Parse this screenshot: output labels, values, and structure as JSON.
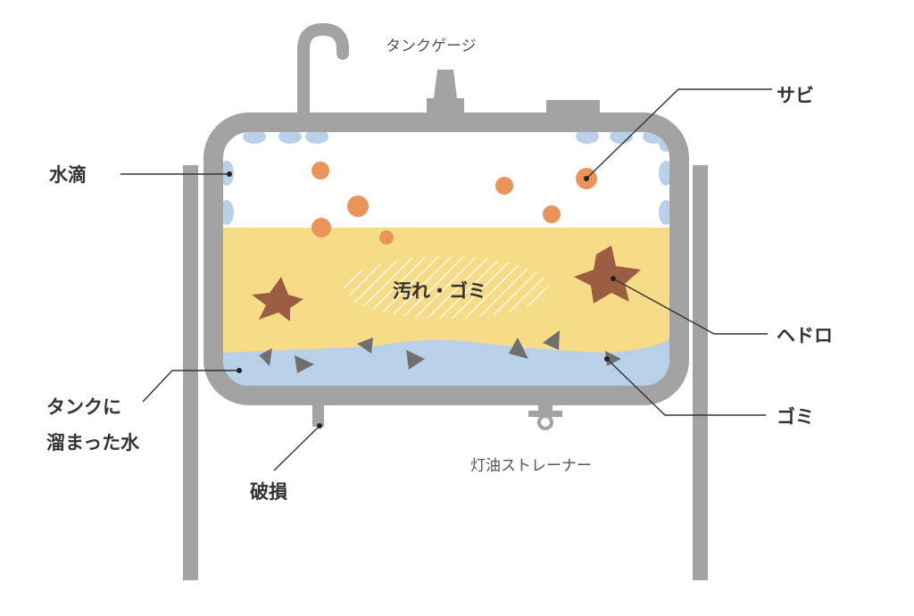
{
  "labels": {
    "tank_gauge": "タンクゲージ",
    "rust": "サビ",
    "water_drops": "水滴",
    "sludge": "ヘドロ",
    "debris": "ゴミ",
    "tank_water_line1": "タンクに",
    "tank_water_line2": "溜まった水",
    "damage": "破損",
    "kerosene_strainer": "灯油ストレーナー",
    "dirt_debris": "汚れ・ゴミ"
  },
  "colors": {
    "tank": "#a3a3a3",
    "oil": "#f7dc88",
    "water": "#b8d0e8",
    "rust": "#e9955a",
    "sludge": "#9b5e43",
    "debris": "#6f6f6f",
    "leader_line": "#333333"
  }
}
